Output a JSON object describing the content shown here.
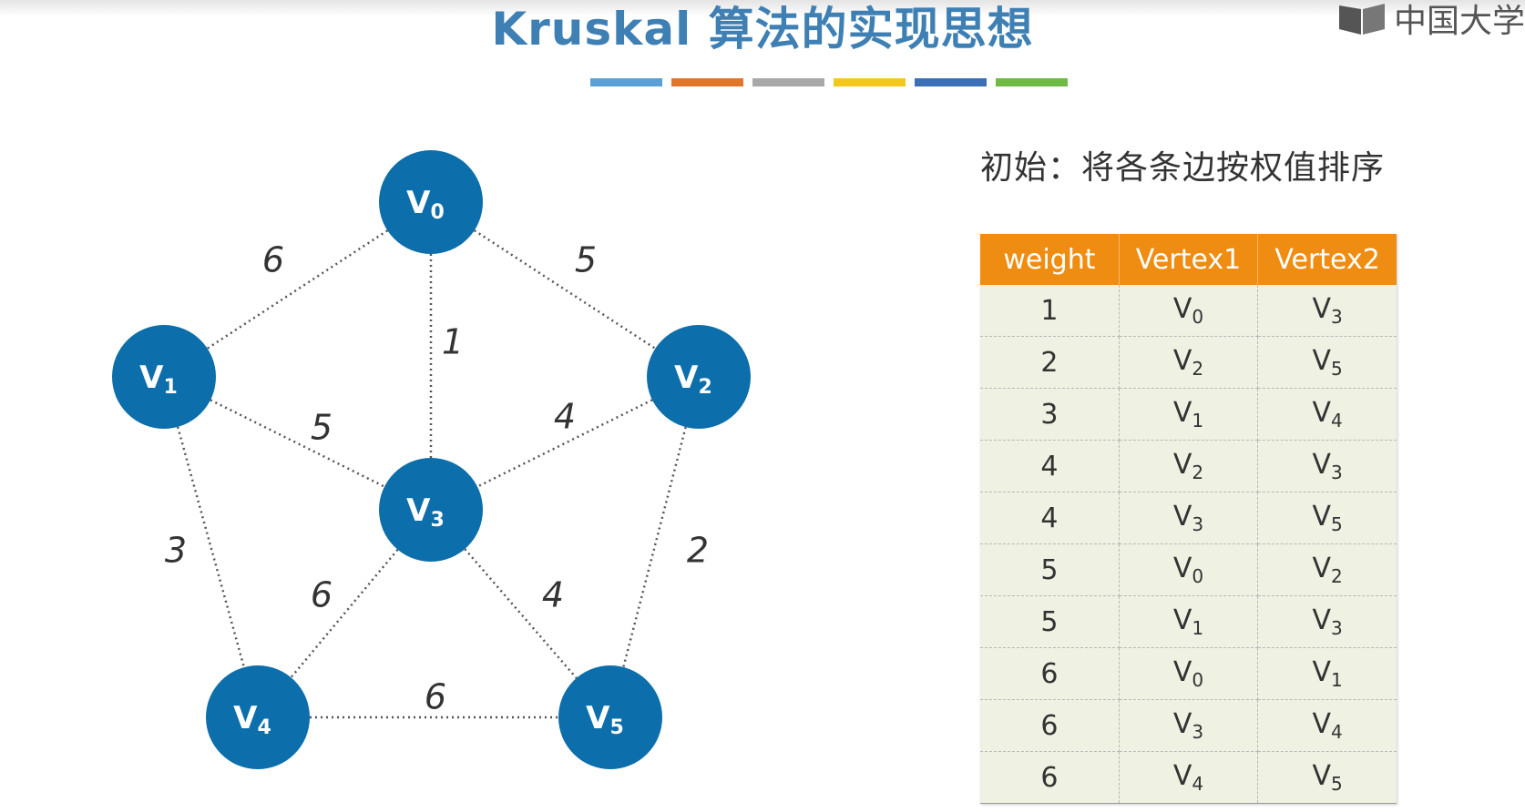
{
  "title": "Kruskal 算法的实现思想",
  "watermark": "中国大学",
  "bar_colors": [
    "#5aa0d4",
    "#e0762c",
    "#a8a8a8",
    "#f2c81c",
    "#3b6fb6",
    "#6fba45"
  ],
  "colors": {
    "node": "#0c6eaa",
    "table_header": "#ef8d12",
    "table_body": "#eff1e3"
  },
  "graph": {
    "nodes": [
      {
        "id": "V0",
        "letter": "V",
        "sub": "0"
      },
      {
        "id": "V1",
        "letter": "V",
        "sub": "1"
      },
      {
        "id": "V2",
        "letter": "V",
        "sub": "2"
      },
      {
        "id": "V3",
        "letter": "V",
        "sub": "3"
      },
      {
        "id": "V4",
        "letter": "V",
        "sub": "4"
      },
      {
        "id": "V5",
        "letter": "V",
        "sub": "5"
      }
    ],
    "edges": [
      {
        "from": "V0",
        "to": "V1",
        "weight": "6"
      },
      {
        "from": "V0",
        "to": "V2",
        "weight": "5"
      },
      {
        "from": "V0",
        "to": "V3",
        "weight": "1"
      },
      {
        "from": "V1",
        "to": "V3",
        "weight": "5"
      },
      {
        "from": "V2",
        "to": "V3",
        "weight": "4"
      },
      {
        "from": "V1",
        "to": "V4",
        "weight": "3"
      },
      {
        "from": "V2",
        "to": "V5",
        "weight": "2"
      },
      {
        "from": "V3",
        "to": "V4",
        "weight": "6"
      },
      {
        "from": "V3",
        "to": "V5",
        "weight": "4"
      },
      {
        "from": "V4",
        "to": "V5",
        "weight": "6"
      }
    ]
  },
  "subtitle": "初始：将各条边按权值排序",
  "table": {
    "headers": [
      "weight",
      "Vertex1",
      "Vertex2"
    ],
    "rows": [
      {
        "weight": "1",
        "v1": "V0",
        "v2": "V3"
      },
      {
        "weight": "2",
        "v1": "V2",
        "v2": "V5"
      },
      {
        "weight": "3",
        "v1": "V1",
        "v2": "V4"
      },
      {
        "weight": "4",
        "v1": "V2",
        "v2": "V3"
      },
      {
        "weight": "4",
        "v1": "V3",
        "v2": "V5"
      },
      {
        "weight": "5",
        "v1": "V0",
        "v2": "V2"
      },
      {
        "weight": "5",
        "v1": "V1",
        "v2": "V3"
      },
      {
        "weight": "6",
        "v1": "V0",
        "v2": "V1"
      },
      {
        "weight": "6",
        "v1": "V3",
        "v2": "V4"
      },
      {
        "weight": "6",
        "v1": "V4",
        "v2": "V5"
      }
    ]
  }
}
